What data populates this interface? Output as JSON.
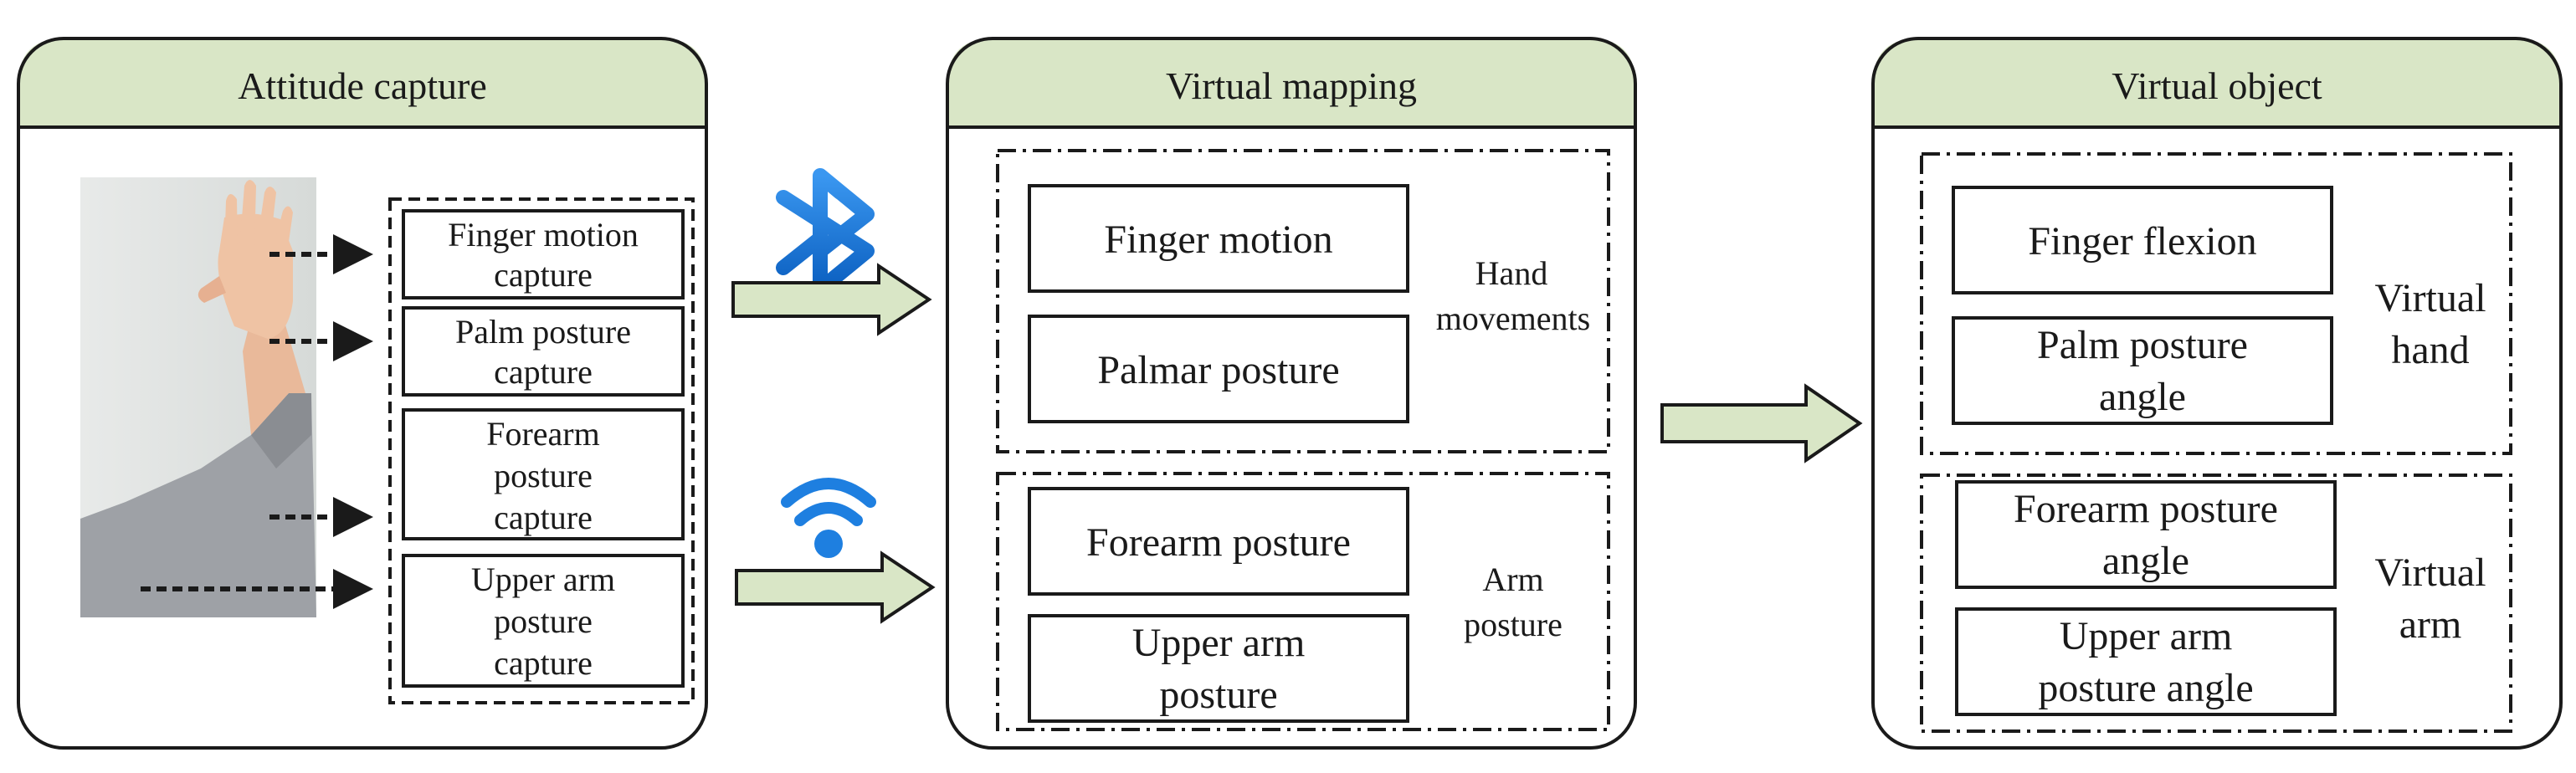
{
  "panels": {
    "capture": {
      "title": "Attitude capture",
      "items": [
        [
          "Finger motion",
          "capture"
        ],
        [
          "Palm posture",
          "capture"
        ],
        [
          "Forearm",
          "posture",
          "capture"
        ],
        [
          "Upper arm",
          "posture",
          "capture"
        ]
      ],
      "photo_desc": "raised-hand-photo"
    },
    "mapping": {
      "title": "Virtual mapping",
      "hand_group": {
        "items": [
          [
            "Finger motion"
          ],
          [
            "Palmar posture"
          ]
        ],
        "label": [
          "Hand",
          "movements"
        ]
      },
      "arm_group": {
        "items": [
          [
            "Forearm posture"
          ],
          [
            "Upper arm",
            "posture"
          ]
        ],
        "label": [
          "Arm",
          "posture"
        ]
      }
    },
    "object": {
      "title": "Virtual object",
      "hand_group": {
        "items": [
          [
            "Finger flexion"
          ],
          [
            "Palm posture",
            "angle"
          ]
        ],
        "label": [
          "Virtual",
          "hand"
        ]
      },
      "arm_group": {
        "items": [
          [
            "Forearm posture",
            "angle"
          ],
          [
            "Upper arm",
            "posture angle"
          ]
        ],
        "label": [
          "Virtual",
          "arm"
        ]
      }
    }
  },
  "icons": {
    "top_link": "bluetooth-icon",
    "bottom_link": "wifi-icon"
  },
  "colors": {
    "header_fill": "#d9e6c6",
    "arrow_fill": "#d9e6c6",
    "stroke": "#1a1a1a",
    "bluetooth": "#1e7fe0",
    "wifi": "#1e7fe0"
  }
}
